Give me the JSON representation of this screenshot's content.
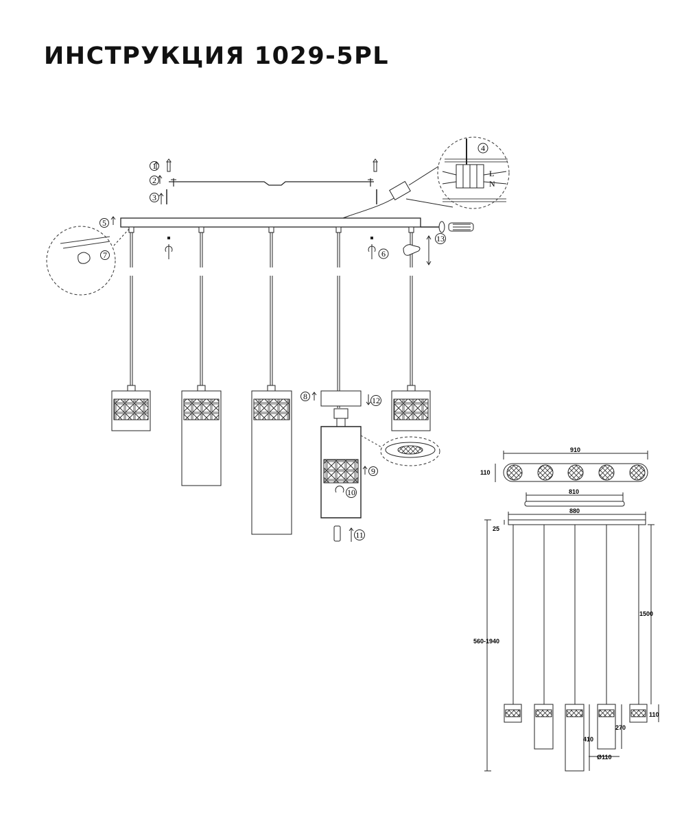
{
  "title": "ИНСТРУКЦИЯ 1029-5PL",
  "steps": [
    "1",
    "2",
    "3",
    "4",
    "5",
    "6",
    "7",
    "8",
    "9",
    "10",
    "11",
    "12",
    "13"
  ],
  "wiring": {
    "line": "L",
    "neutral": "N"
  },
  "dimensions": {
    "total_length": "910",
    "canopy_depth": "110",
    "bracket_length": "810",
    "bar_length": "880",
    "bar_height": "25",
    "overall_height": "560-1940",
    "cord_length": "1500",
    "shade_small_height": "110",
    "shade_medium_height": "270",
    "shade_large_height": "410",
    "shade_diameter": "Ø110"
  },
  "colors": {
    "line": "#222222",
    "background": "#ffffff"
  }
}
